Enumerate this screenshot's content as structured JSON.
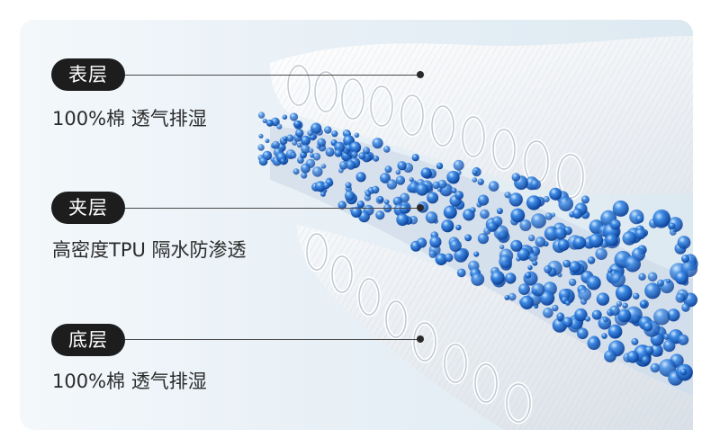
{
  "layers": [
    {
      "name": "表层",
      "desc": "100%棉 透气排湿"
    },
    {
      "name": "夹层",
      "desc": "高密度TPU 隔水防渗透"
    },
    {
      "name": "底层",
      "desc": "100%棉 透气排湿"
    }
  ],
  "colors": {
    "pill_bg": "#1d1d1d",
    "pill_text": "#ffffff",
    "desc_text": "#2b2b2b",
    "bead_blue": "#1f6fd0",
    "fabric": "#ffffff"
  },
  "icons": [
    "fabric-layer-illustration",
    "water-bead-icon"
  ]
}
